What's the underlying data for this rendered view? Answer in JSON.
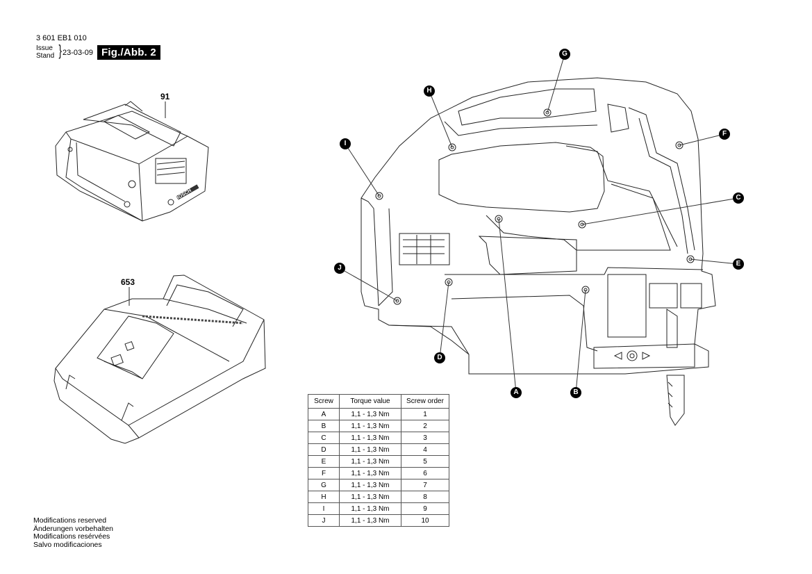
{
  "header": {
    "code": "3 601 EB1 010",
    "issue_label": "Issue",
    "stand_label": "Stand",
    "date": "23-03-09",
    "figure": "Fig./Abb. 2"
  },
  "parts": [
    {
      "number": "91"
    },
    {
      "number": "653"
    }
  ],
  "callouts": [
    "A",
    "B",
    "C",
    "D",
    "E",
    "F",
    "G",
    "H",
    "I",
    "J"
  ],
  "table": {
    "headers": [
      "Screw",
      "Torque value",
      "Screw order"
    ],
    "rows": [
      [
        "A",
        "1,1 - 1,3 Nm",
        "1"
      ],
      [
        "B",
        "1,1 - 1,3 Nm",
        "2"
      ],
      [
        "C",
        "1,1 - 1,3 Nm",
        "3"
      ],
      [
        "D",
        "1,1 - 1,3 Nm",
        "4"
      ],
      [
        "E",
        "1,1 - 1,3 Nm",
        "5"
      ],
      [
        "F",
        "1,1 - 1,3 Nm",
        "6"
      ],
      [
        "G",
        "1,1 - 1,3 Nm",
        "7"
      ],
      [
        "H",
        "1,1 - 1,3 Nm",
        "8"
      ],
      [
        "I",
        "1,1 - 1,3 Nm",
        "9"
      ],
      [
        "J",
        "1,1 - 1,3 Nm",
        "10"
      ]
    ]
  },
  "footer": {
    "lines": [
      "Modifications reserved",
      "Änderungen vorbehalten",
      "Modifications resérvées",
      "Salvo modificaciones"
    ]
  },
  "battery_brand": "BOSCH"
}
